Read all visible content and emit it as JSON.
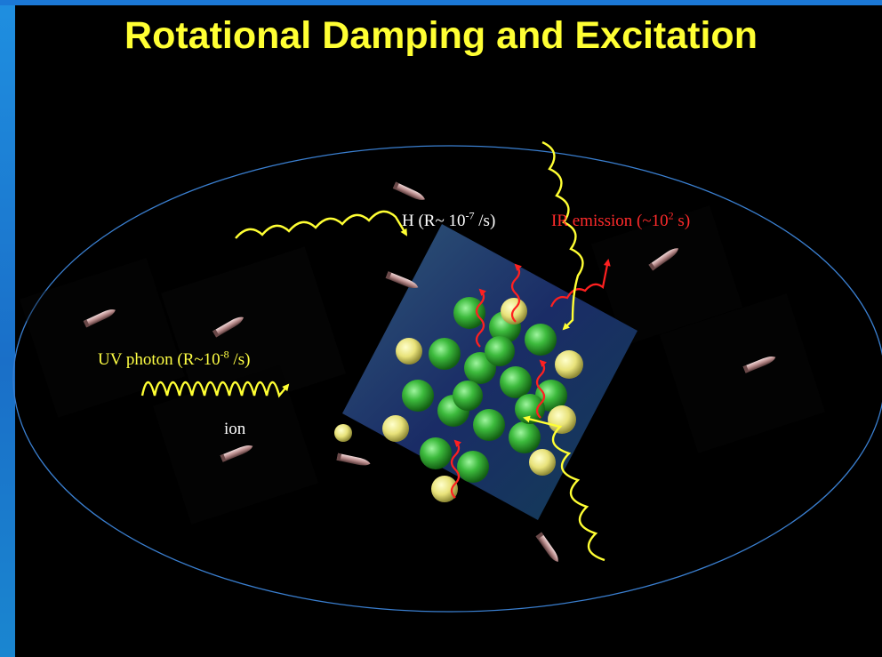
{
  "slide": {
    "title": "Rotational Damping and Excitation"
  },
  "labels": {
    "h_base": "H (R~ 10",
    "h_exp": "-7",
    "h_tail": " /s)",
    "ir_base": "IR emission (~10",
    "ir_exp": "2",
    "ir_tail": " s)",
    "uv_base": "UV photon (R~10",
    "uv_exp": "-8",
    "uv_tail": " /s)",
    "ion": "ion"
  },
  "colors": {
    "title": "#ffff33",
    "photon": "#ffff33",
    "ir": "#ff2020",
    "boundary": "#3a7fd0",
    "sidebar": "#1a78d0"
  }
}
